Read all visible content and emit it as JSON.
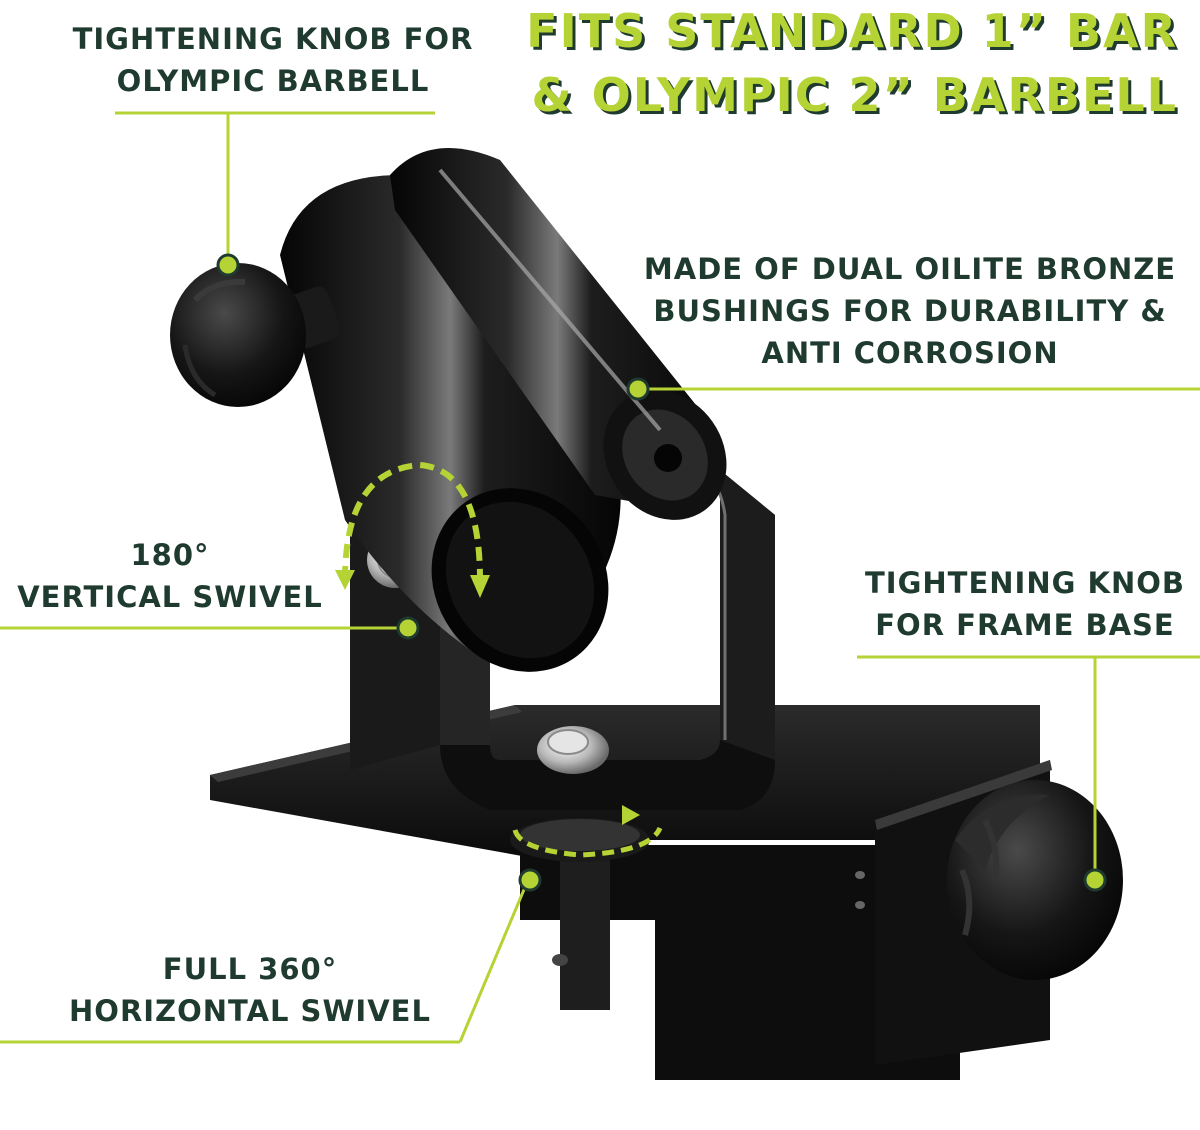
{
  "colors": {
    "accent": "#b5d334",
    "accent_shadow": "#1f3a2e",
    "label_text": "#1f3a2e",
    "metal": "#0c0c0c",
    "background": "#ffffff"
  },
  "headline": {
    "line1": "FITS STANDARD 1” BAR",
    "line2": "& OLYMPIC 2” BARBELL"
  },
  "callouts": {
    "knob_barbell": {
      "line1": "TIGHTENING KNOB FOR",
      "line2": "OLYMPIC BARBELL"
    },
    "bushings": {
      "line1": "MADE OF DUAL OILITE BRONZE",
      "line2": "BUSHINGS FOR DURABILITY &",
      "line3": "ANTI CORROSION"
    },
    "vertical": {
      "line1": "180°",
      "line2": "VERTICAL SWIVEL"
    },
    "knob_frame": {
      "line1": "TIGHTENING KNOB",
      "line2": "FOR FRAME BASE"
    },
    "horizontal": {
      "line1": "FULL 360°",
      "line2": "HORIZONTAL SWIVEL"
    }
  }
}
